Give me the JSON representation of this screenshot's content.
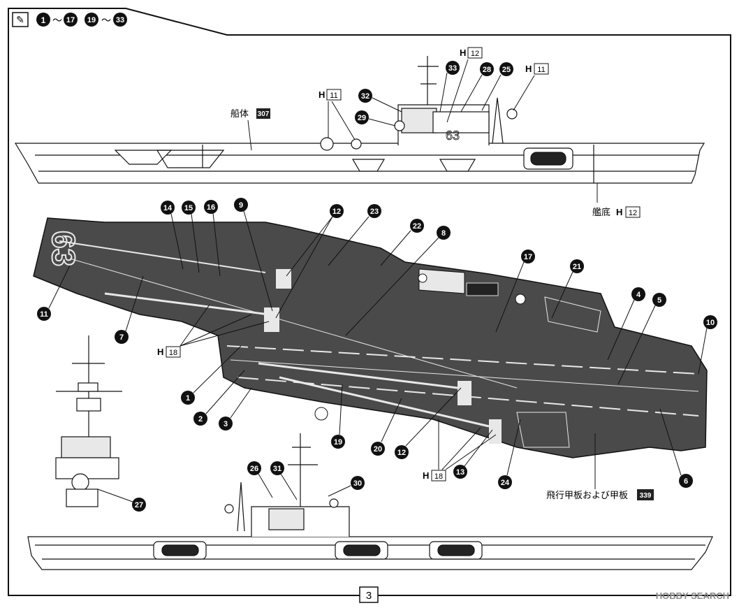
{
  "header": {
    "icon": "paint-icon",
    "range_a_start": "1",
    "range_a_end": "17",
    "range_b_start": "19",
    "range_b_end": "33",
    "tilde": "～"
  },
  "labels": {
    "hull": {
      "text": "船体",
      "part": "307"
    },
    "keel": {
      "text": "艦底",
      "letter": "H",
      "part": "12"
    },
    "deck": {
      "text": "飛行甲板および甲板",
      "part": "339"
    },
    "h11_a": {
      "letter": "H",
      "part": "11"
    },
    "h11_b": {
      "letter": "H",
      "part": "11"
    },
    "h12": {
      "letter": "H",
      "part": "12"
    },
    "h18_a": {
      "letter": "H",
      "part": "18"
    },
    "h18_b": {
      "letter": "H",
      "part": "18"
    }
  },
  "callouts": [
    "1",
    "2",
    "3",
    "4",
    "5",
    "6",
    "7",
    "8",
    "9",
    "10",
    "11",
    "12",
    "12",
    "13",
    "14",
    "15",
    "16",
    "17",
    "19",
    "20",
    "21",
    "22",
    "23",
    "24",
    "25",
    "26",
    "27",
    "28",
    "29",
    "30",
    "31",
    "32",
    "33"
  ],
  "hull_number": "63",
  "page_number": "3",
  "watermark": "HOBBY SEARCH",
  "colors": {
    "ink": "#111111",
    "deck": "#4a4a4a",
    "paper": "#ffffff",
    "stripe": "#e8e8e8"
  }
}
